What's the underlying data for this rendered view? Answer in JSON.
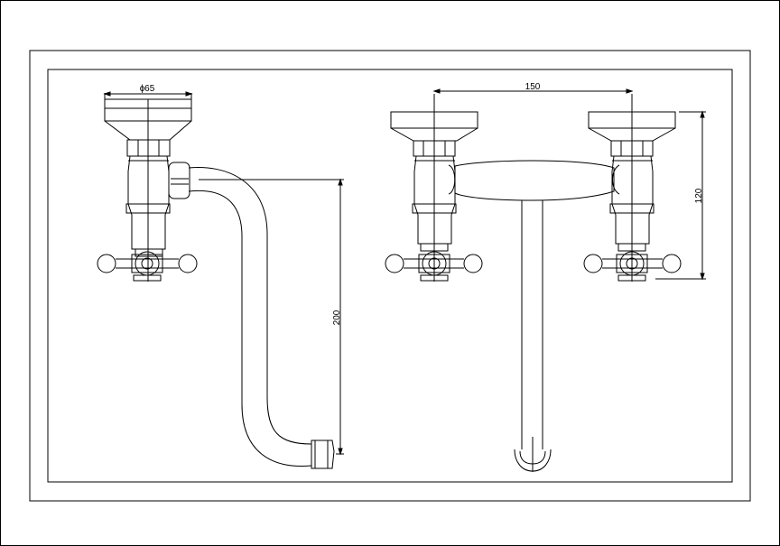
{
  "drawing": {
    "title": "",
    "dimensions": {
      "diameter": "ɸ65",
      "spacing": "150",
      "height": "120",
      "spout_drop": "200"
    },
    "colors": {
      "line": "#000000",
      "background": "#ffffff"
    }
  }
}
